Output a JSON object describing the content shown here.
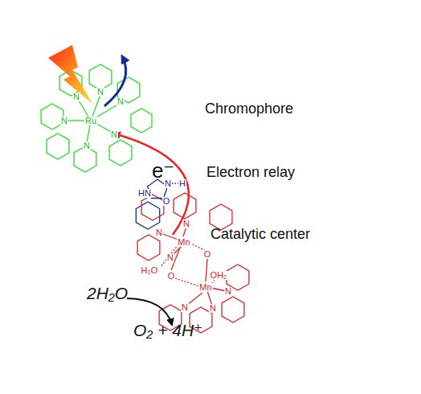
{
  "diagram": {
    "labels": [
      "Chromophore",
      "Electron relay",
      "Catalytic center",
      "e⁻",
      "2H₂O",
      "O₂ + 4H⁺",
      "Ru",
      "N",
      "N",
      "N",
      "N",
      "N",
      "N",
      "HN",
      "N",
      "H",
      "O",
      "Mn",
      "Mn",
      "O",
      "O",
      "H₂O",
      "OH₂",
      "N",
      "N",
      "N",
      "N",
      "N",
      "N"
    ]
  }
}
